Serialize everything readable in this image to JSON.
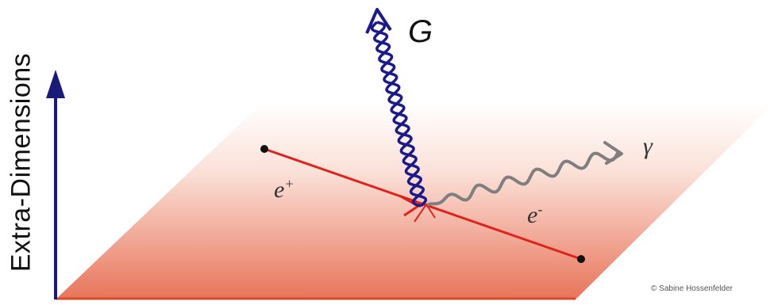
{
  "axis": {
    "label": "Extra-Dimensions"
  },
  "particles": {
    "graviton": "G",
    "photon": "γ",
    "positron": {
      "base": "e",
      "sign": "+"
    },
    "electron": {
      "base": "e",
      "sign": "-"
    }
  },
  "credit": "© Sabine Hossenfelder",
  "colors": {
    "brane": "#e8745a",
    "axis_arrow": "#1a1a7a",
    "graviton": "#1a1a8c",
    "photon": "#7f7f7f",
    "fermion_line": "#e0221a"
  }
}
